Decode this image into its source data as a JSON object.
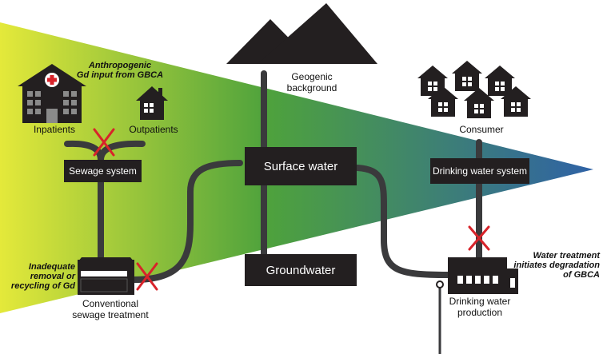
{
  "colors": {
    "gradient_start": "#e4e93a",
    "gradient_mid": "#4ea23c",
    "gradient_end": "#2f62a6",
    "pipe": "#3a3a3c",
    "cross": "#d8232a",
    "box": "#231f20",
    "box_text": "#ffffff"
  },
  "icons": [
    "mountain-icon",
    "hospital-icon",
    "house-icon",
    "houses-icon",
    "sewage-plant-icon",
    "water-plant-icon",
    "cross-mark-icon"
  ],
  "labels": {
    "geogenic": [
      "Geogenic",
      "background"
    ],
    "inpatients": "Inpatients",
    "outpatients": "Outpatients",
    "consumer": "Consumer",
    "conventional": [
      "Conventional",
      "sewage treatment"
    ],
    "drinking_production": [
      "Drinking water",
      "production"
    ]
  },
  "boxes": {
    "sewage_system": "Sewage system",
    "surface_water": "Surface water",
    "groundwater": "Groundwater",
    "drinking_water_system": "Drinking water system"
  },
  "notes": {
    "anthropogenic": [
      "Anthropogenic",
      "Gd input from GBCA"
    ],
    "inadequate": [
      "Inadequate",
      "removal or",
      "recycling of Gd"
    ],
    "water_treatment": [
      "Water treatment",
      "initiates degradation",
      "of GBCA"
    ]
  }
}
